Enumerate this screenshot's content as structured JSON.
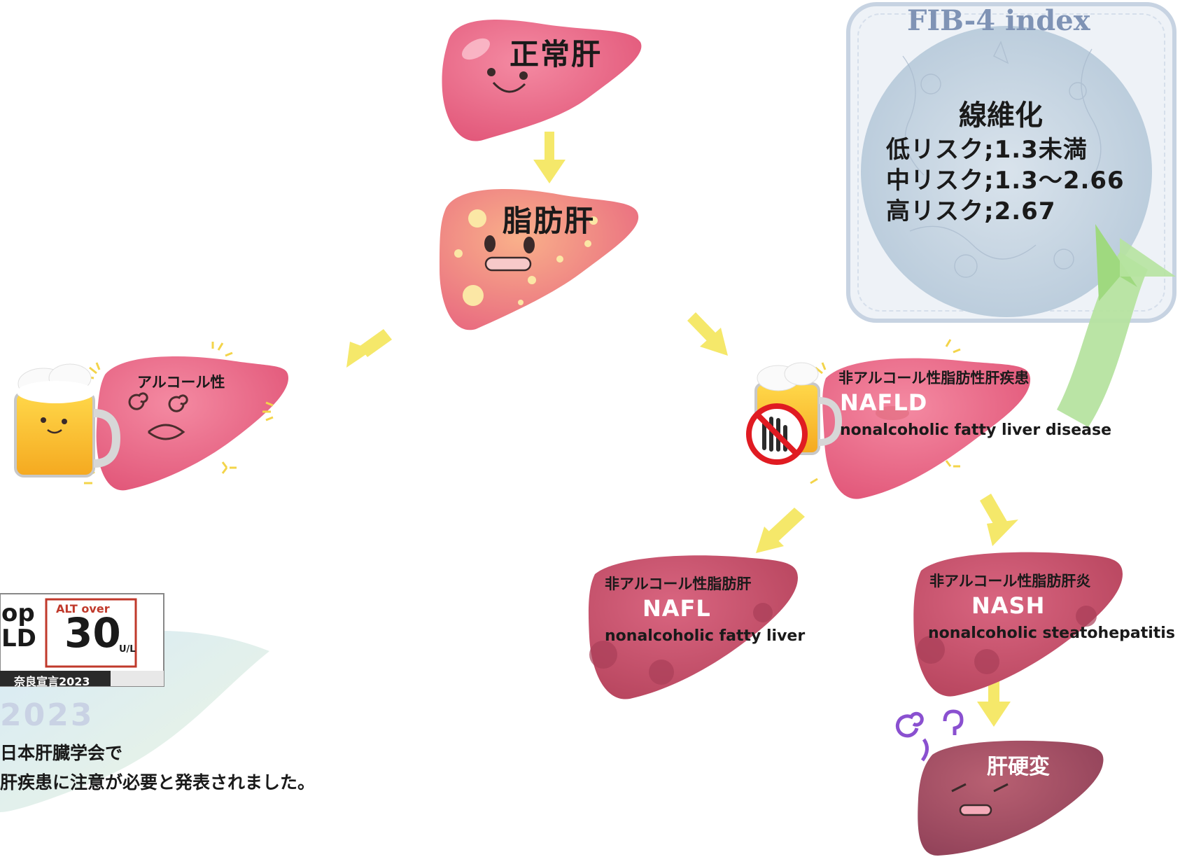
{
  "nodes": {
    "normal": "正常肝",
    "fatty": "脂肪肝",
    "alcoholic": "アルコール性",
    "nafld_jp": "非アルコール性脂肪性肝疾患",
    "nafld_en": "NAFLD",
    "nafld_full": "nonalcoholic fatty liver disease",
    "nafl_jp": "非アルコール性脂肪肝",
    "nafl_en": "NAFL",
    "nafl_full": "nonalcoholic fatty liver",
    "nash_jp": "非アルコール性脂肪肝炎",
    "nash_en": "NASH",
    "nash_full": "nonalcoholic steatohepatitis",
    "cirrhosis": "肝硬変"
  },
  "fib4": {
    "title": "FIB-4 index",
    "heading": "線維化",
    "low": "低リスク;1.3未満",
    "mid": "中リスク;1.3〜2.66",
    "high": "高リスク;2.67"
  },
  "badge": {
    "logo_left": "op\nLD",
    "alt_over": "ALT over",
    "number": "30",
    "unit": "U/L",
    "nara": "奈良宣言2023",
    "year": "2023",
    "line1": "日本肝臓学会で",
    "line2": "肝疾患に注意が必要と発表されました。"
  },
  "colors": {
    "liver_pink": "#e8607f",
    "liver_fatty": "#eb7d86",
    "liver_nafl": "#c9506a",
    "liver_cirrhosis": "#a34d62",
    "arrow_yellow": "#f5e86a",
    "arrow_green": "#9fd97f",
    "fib_circle": "#c8d6e2"
  }
}
